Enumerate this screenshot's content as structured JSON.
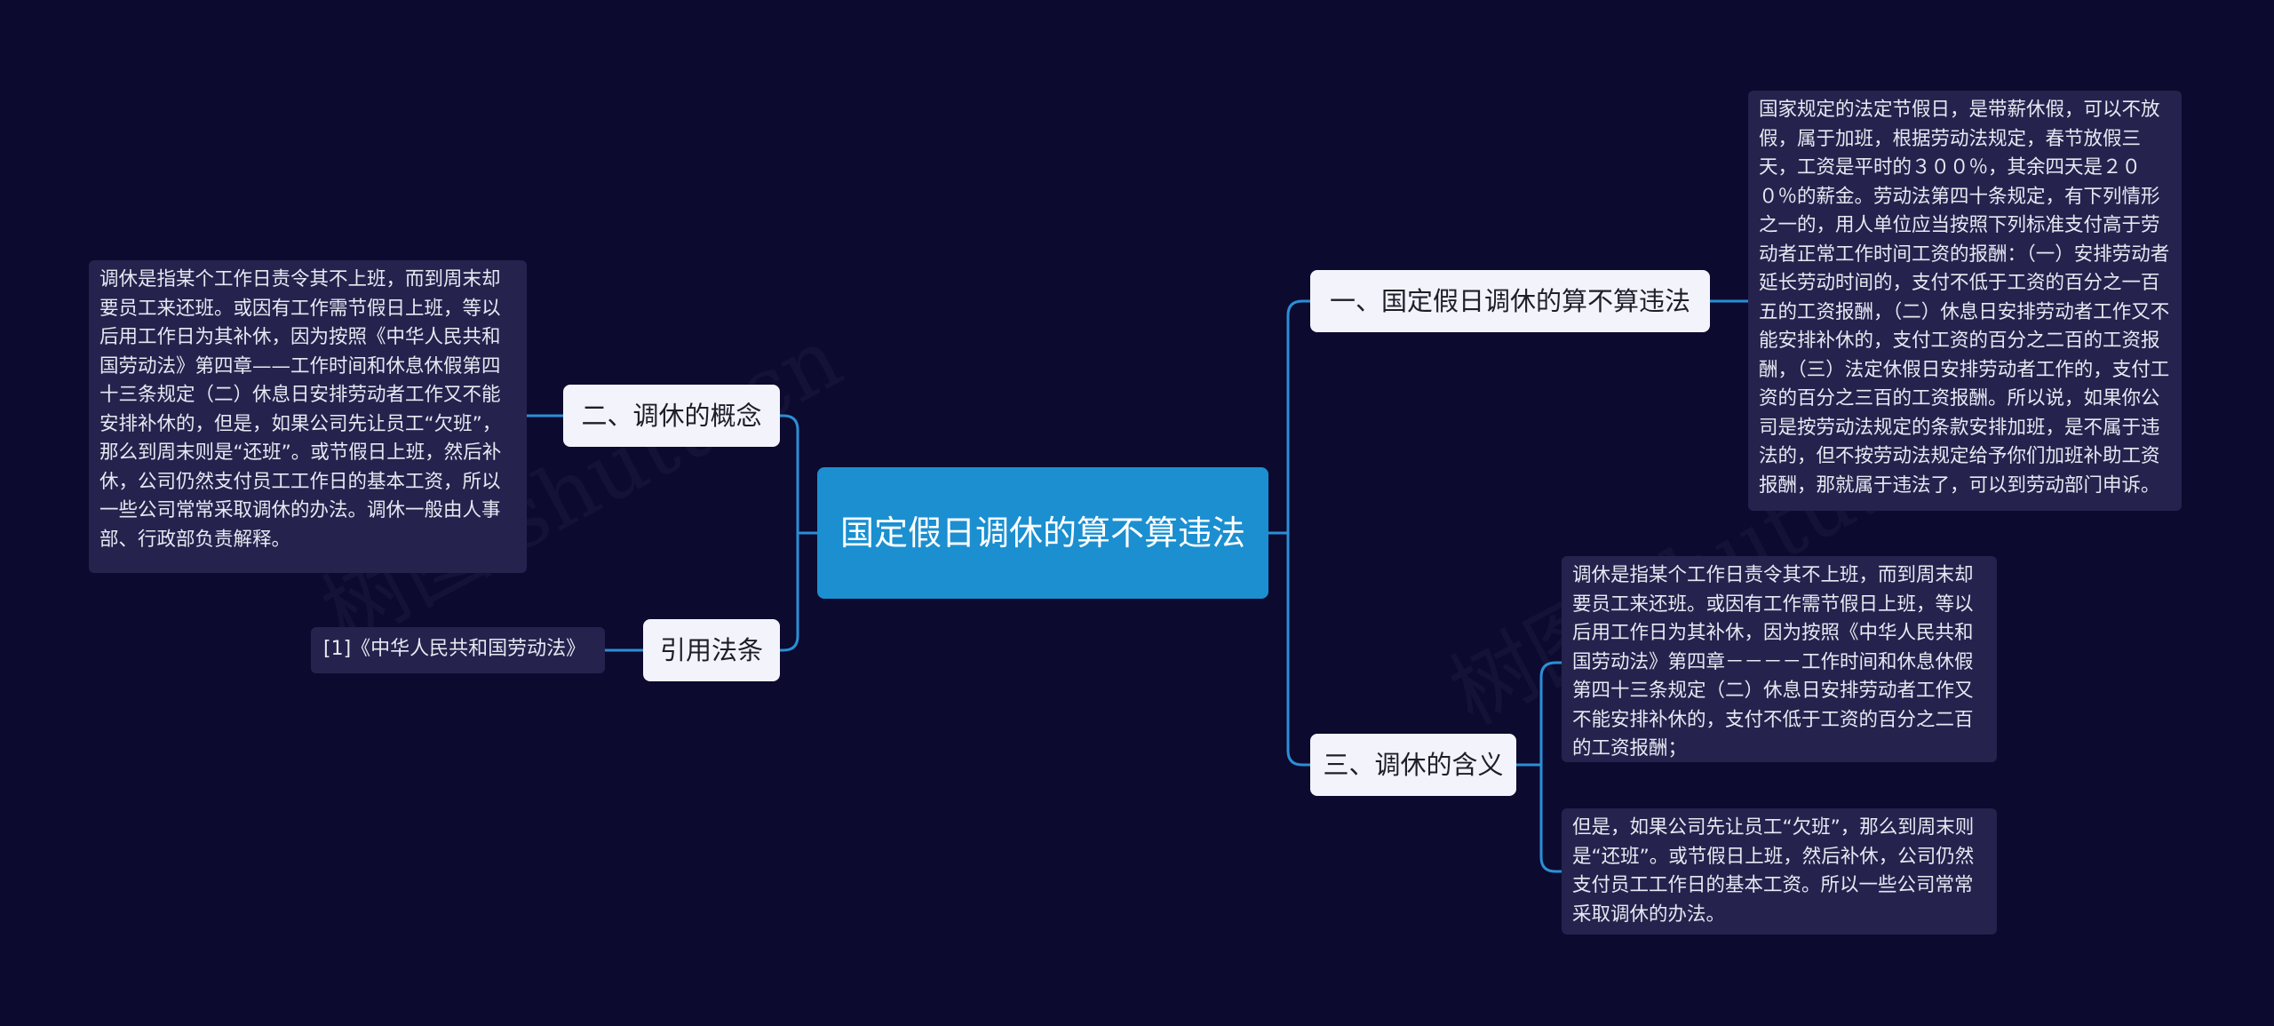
{
  "root": {
    "label": "国定假日调休的算不算违法"
  },
  "branches": {
    "b1": {
      "label": "一、国定假日调休的算不算违法",
      "detail": "国家规定的法定节假日，是带薪休假，可以不放假，属于加班，根据劳动法规定，春节放假三天，工资是平时的３００％，其余四天是２００％的薪金。劳动法第四十条规定，有下列情形之一的，用人单位应当按照下列标准支付高于劳动者正常工作时间工资的报酬：（一）安排劳动者延长劳动时间的，支付不低于工资的百分之一百五的工资报酬，（二）休息日安排劳动者工作又不能安排补休的，支付工资的百分之二百的工资报酬，（三）法定休假日安排劳动者工作的，支付工资的百分之三百的工资报酬。所以说，如果你公司是按劳动法规定的条款安排加班，是不属于违法的，但不按劳动法规定给予你们加班补助工资报酬，那就属于违法了，可以到劳动部门申诉。"
    },
    "b2": {
      "label": "二、调休的概念",
      "detail": "调休是指某个工作日责令其不上班，而到周末却要员工来还班。或因有工作需节假日上班，等以后用工作日为其补休，因为按照《中华人民共和国劳动法》第四章——工作时间和休息休假第四十三条规定（二）休息日安排劳动者工作又不能安排补休的，但是，如果公司先让员工“欠班”，那么到周末则是“还班”。或节假日上班，然后补休，公司仍然支付员工工作日的基本工资，所以一些公司常常采取调休的办法。调休一般由人事部、行政部负责解释。"
    },
    "b3": {
      "label": "三、调休的含义",
      "detail_1": "调休是指某个工作日责令其不上班，而到周末却要员工来还班。或因有工作需节假日上班，等以后用工作日为其补休，因为按照《中华人民共和国劳动法》第四章－－－－工作时间和休息休假第四十三条规定（二）休息日安排劳动者工作又不能安排补休的，支付不低于工资的百分之二百的工资报酬；",
      "detail_2": "但是，如果公司先让员工“欠班”，那么到周末则是“还班”。或节假日上班，然后补休，公司仍然支付员工工作日的基本工资。所以一些公司常常采取调休的办法。"
    },
    "b4": {
      "label": "引用法条",
      "detail": "[1]《中华人民共和国劳动法》"
    }
  },
  "watermark": {
    "text_1": "树图 shutu.cn",
    "text_2": "树图 shutu.cn"
  },
  "colors": {
    "background": "#0c0a2f",
    "root": "#1b8fd0",
    "branch": "#f3f4fb",
    "leaf": "#25234d",
    "connector": "#2a8fd6"
  }
}
